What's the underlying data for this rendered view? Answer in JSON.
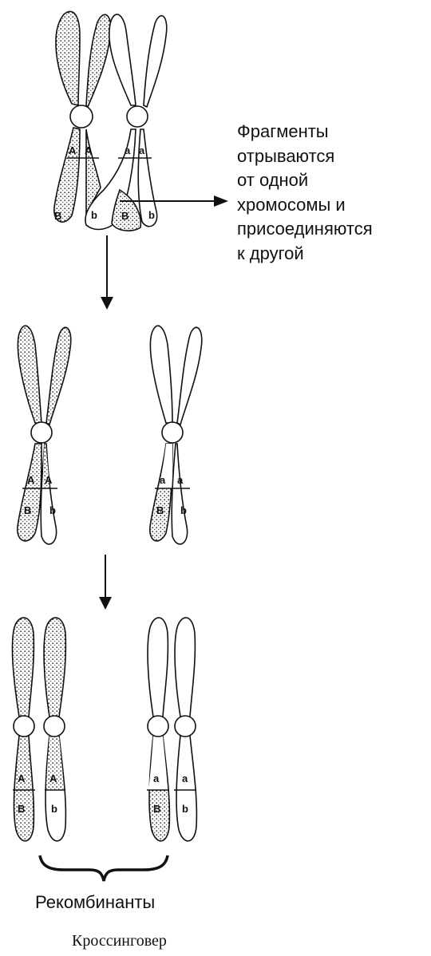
{
  "description_lines": [
    "Фрагменты",
    "отрываются",
    "от одной",
    "хромосомы и",
    "присоединяются",
    "к другой"
  ],
  "label_recombinants": "Рекомбинанты",
  "caption": "Кроссинговер",
  "genes": {
    "A_upper": "A",
    "a_lower": "a",
    "B_upper": "B",
    "b_lower": "b"
  }
}
